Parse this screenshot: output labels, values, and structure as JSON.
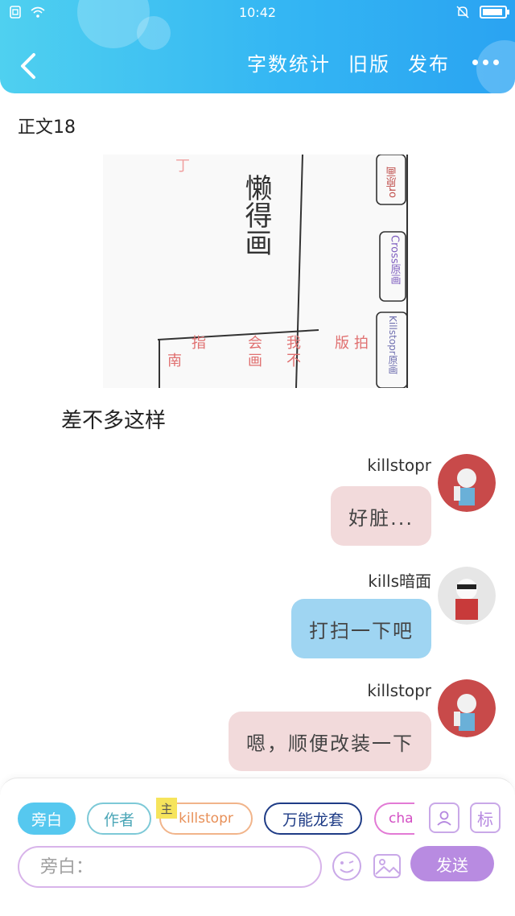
{
  "status_bar": {
    "time": "10:42"
  },
  "header": {
    "actions": [
      "字数统计",
      "旧版",
      "发布"
    ],
    "more_icon": "more-dots-icon",
    "back_icon": "chevron-left-icon"
  },
  "content": {
    "chapter_title": "正文18",
    "sketch": {
      "main_text": "懒得画",
      "labels": [
        "or原画",
        "Cross原画",
        "Killstopr原画"
      ],
      "bottom_notes": [
        "拍",
        "版",
        "我",
        "不",
        "会",
        "画",
        "指",
        "南"
      ]
    },
    "caption": "差不多这样"
  },
  "messages": [
    {
      "name": "killstopr",
      "text": "好脏...",
      "style": "pink"
    },
    {
      "name": "kills暗面",
      "text": "打扫一下吧",
      "style": "blue"
    },
    {
      "name": "killstopr",
      "text": "嗯，顺便改装一下",
      "style": "pink"
    }
  ],
  "composer": {
    "tabs": {
      "narration": "旁白",
      "author": "作者",
      "host_badge": "主",
      "killstopr": "killstopr",
      "dragon": "万能龙套",
      "char": "char"
    },
    "input_placeholder": "旁白：",
    "send_label": "发送",
    "label_icon_text": "标"
  },
  "colors": {
    "header_start": "#4fd0f0",
    "header_end": "#2aa3f2",
    "bubble_pink": "#f2dadb",
    "bubble_blue": "#9fd5f2",
    "send_purple": "#b88be1"
  }
}
